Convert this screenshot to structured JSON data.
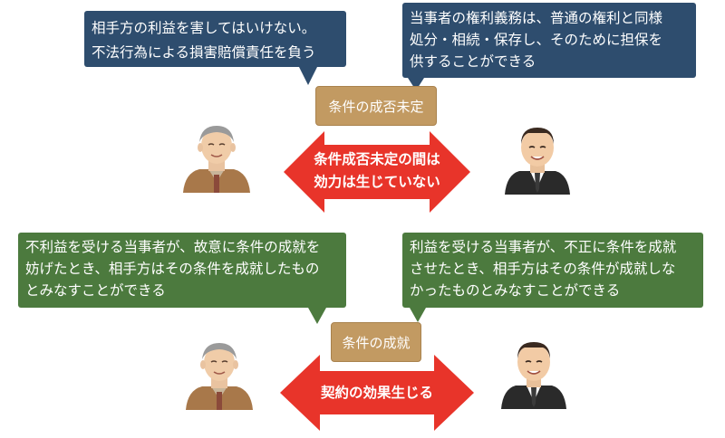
{
  "top": {
    "bubble_left": {
      "lines": [
        "相手方の利益を害してはいけない。",
        "不法行為による損害賠償責任を負う"
      ]
    },
    "bubble_right": {
      "lines": [
        "当事者の権利義務は、普通の権利と同様",
        "処分・相続・保存し、そのために担保を",
        "供することができる"
      ]
    },
    "tag": "条件の成否未定",
    "arrow": {
      "lines": [
        "条件成否未定の間は",
        "効力は生じていない"
      ],
      "color": "#e8342a"
    }
  },
  "bottom": {
    "bubble_left": {
      "lines": [
        "不利益を受ける当事者が、故意に条件の成就を",
        "妨げたとき、相手方はその条件を成就したもの",
        "とみなすことができる"
      ]
    },
    "bubble_right": {
      "lines": [
        "利益を受ける当事者が、不正に条件を成就",
        "させたとき、相手方はその条件が成就しな",
        "かったものとみなすことができる"
      ]
    },
    "tag": "条件の成就",
    "arrow": {
      "lines": [
        "契約の効果生じる"
      ],
      "color": "#e8342a"
    }
  },
  "colors": {
    "bubble_blue": "#2e4d6e",
    "bubble_green": "#4c7a3e",
    "tag": "#c29a62",
    "arrow": "#e8342a"
  },
  "icons": [
    "elderly-man-icon",
    "businessman-icon"
  ]
}
